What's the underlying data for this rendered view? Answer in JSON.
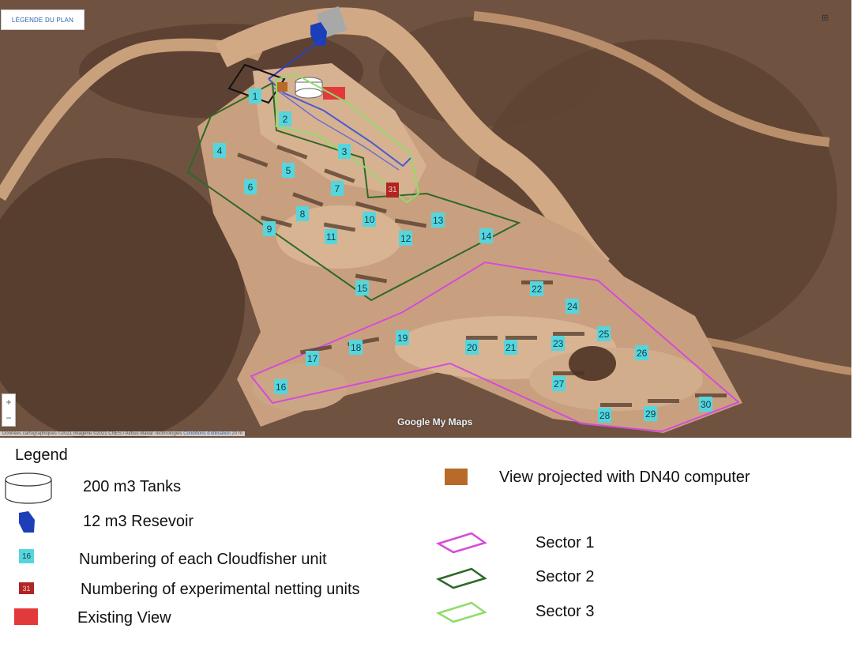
{
  "map": {
    "legend_button": "LÉGENDE DU PLAN",
    "attribution": "Données cartographiques ©2021 Imagerie ©2021 CNES / Airbus Maxar Technologies",
    "attribution_link1": "Conditions d'utilisation",
    "attribution_scale": "20 m",
    "watermark": "Google My Maps",
    "zoom_in": "+",
    "zoom_out": "−",
    "fullscreen": "⊞",
    "units": [
      "1",
      "2",
      "3",
      "4",
      "5",
      "6",
      "7",
      "8",
      "9",
      "10",
      "11",
      "12",
      "13",
      "14",
      "15",
      "16",
      "17",
      "18",
      "19",
      "20",
      "21",
      "22",
      "23",
      "24",
      "25",
      "26",
      "27",
      "28",
      "29",
      "30"
    ],
    "experimental_unit": "31",
    "colors": {
      "sector1": "#d54bd9",
      "sector2": "#2f6b2a",
      "sector3": "#8fdc6a",
      "label_bg": "#56d6dc",
      "pipe": "#4a5bd0"
    }
  },
  "legend": {
    "title": "Legend",
    "items": {
      "tanks": "200 m3 Tanks",
      "reservoir": "12 m3 Resevoir",
      "cloudfisher": "Numbering of each Cloudfisher unit",
      "cloudfisher_sample": "16",
      "experimental": "Numbering of experimental netting units",
      "experimental_sample": "31",
      "existing": "Existing View",
      "projected": "View projected with DN40 computer",
      "sector1": "Sector 1",
      "sector2": "Sector 2",
      "sector3": "Sector 3"
    }
  }
}
